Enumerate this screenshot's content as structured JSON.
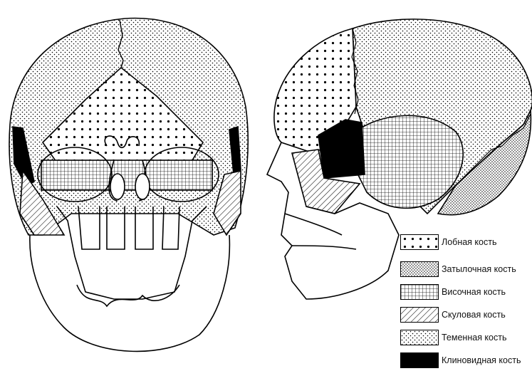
{
  "legend": {
    "items": [
      {
        "label": "Лобная кость",
        "pattern": "frontal"
      },
      {
        "label": "Затылочная кость",
        "pattern": "occipital"
      },
      {
        "label": "Височная кость",
        "pattern": "temporal"
      },
      {
        "label": "Скуловая кость",
        "pattern": "zygomatic"
      },
      {
        "label": "Теменная кость",
        "pattern": "parietal"
      },
      {
        "label": "Клиновидная кость",
        "pattern": "sphenoid"
      }
    ]
  },
  "colors": {
    "ink": "#000000",
    "paper": "#ffffff"
  }
}
